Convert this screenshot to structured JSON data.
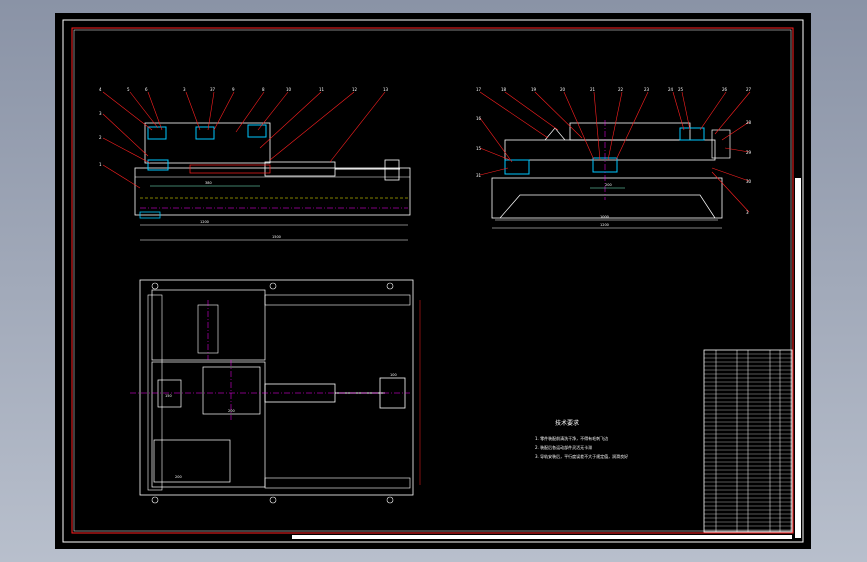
{
  "colors": {
    "background": "#8a93a6",
    "sheet": "#000000",
    "frame": "#ffffff",
    "border_accent": "#ff2020",
    "leader": "#ff2020",
    "part": "#ffffff",
    "centerline": "#ff00ff",
    "dimension": "#7fffd4",
    "highlight": "#00c8ff",
    "hidden": "#ffff00"
  },
  "callouts_left": [
    "4",
    "5",
    "6",
    "3",
    "37",
    "9",
    "8",
    "10",
    "11",
    "12",
    "13",
    "2",
    "3",
    "1"
  ],
  "callouts_right": [
    "17",
    "18",
    "19",
    "20",
    "21",
    "22",
    "23",
    "24",
    "25",
    "26",
    "27",
    "28",
    "29",
    "30",
    "31",
    "15",
    "16",
    "3"
  ],
  "tech_requirements": {
    "title": "技术要求",
    "items": [
      "1. 零件装配前清洗干净，不得有毛刺飞边",
      "2. 装配后各运动部件灵活无卡滞",
      "3. 导轨安装后，平行度误差不大于规定值，润滑良好"
    ]
  },
  "dimensions": {
    "left_a": "380",
    "left_b": "1200",
    "left_c": "1500",
    "right_a": "200",
    "right_b": "1000",
    "right_c": "1200",
    "plan_a": "150",
    "plan_b": "200",
    "plan_c": "200",
    "plan_d": "100"
  },
  "icons": {
    "scrollbar": "vertical-scrollbar-icon"
  }
}
